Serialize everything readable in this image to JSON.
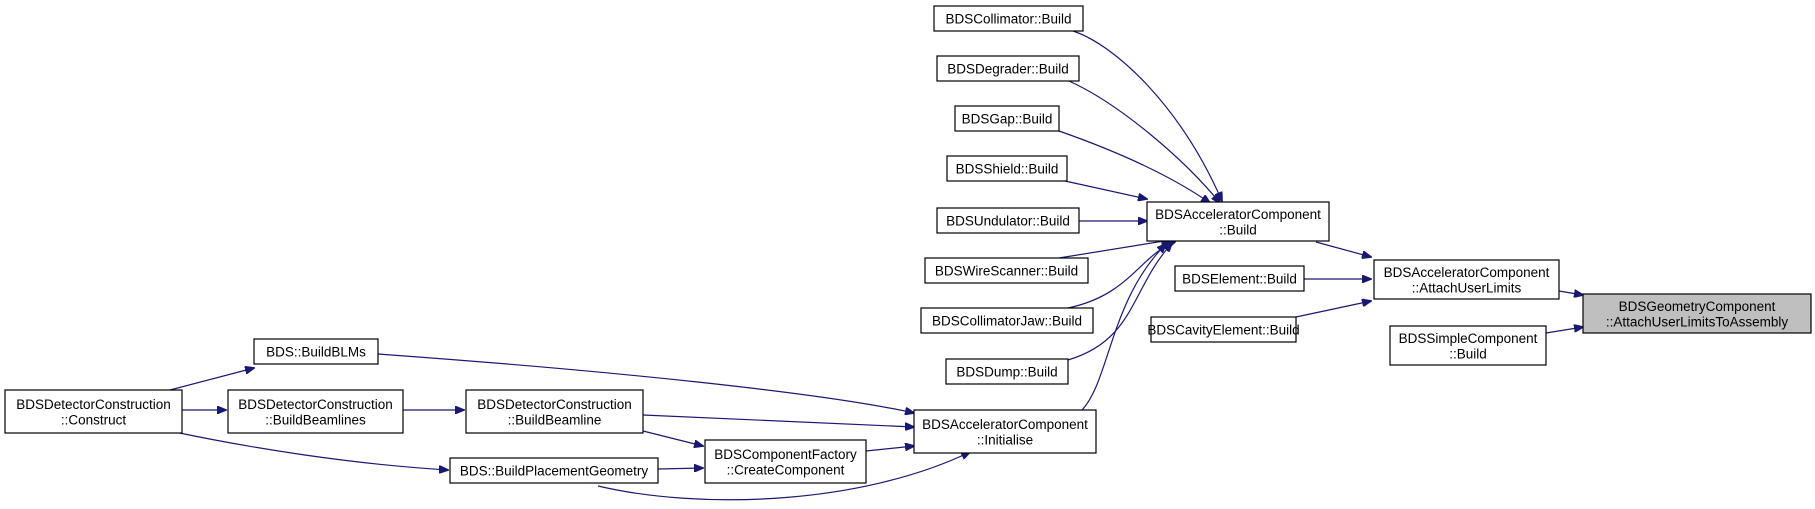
{
  "colors": {
    "edge": "#191970",
    "node_border": "#000000",
    "node_fill": "#ffffff",
    "highlight_fill": "#bfbfbf"
  },
  "nodes": {
    "geom_attach": {
      "lines": [
        "BDSGeometryComponent",
        "::AttachUserLimitsToAssembly"
      ],
      "highlight": true
    },
    "simple_build": {
      "lines": [
        "BDSSimpleComponent",
        "::Build"
      ]
    },
    "acc_attach": {
      "lines": [
        "BDSAcceleratorComponent",
        "::AttachUserLimits"
      ]
    },
    "element_build": {
      "lines": [
        "BDSElement::Build"
      ]
    },
    "cavity_build": {
      "lines": [
        "BDSCavityElement::Build"
      ]
    },
    "acc_build": {
      "lines": [
        "BDSAcceleratorComponent",
        "::Build"
      ]
    },
    "collimator_build": {
      "lines": [
        "BDSCollimator::Build"
      ]
    },
    "degrader_build": {
      "lines": [
        "BDSDegrader::Build"
      ]
    },
    "gap_build": {
      "lines": [
        "BDSGap::Build"
      ]
    },
    "shield_build": {
      "lines": [
        "BDSShield::Build"
      ]
    },
    "undulator_build": {
      "lines": [
        "BDSUndulator::Build"
      ]
    },
    "wirescanner_build": {
      "lines": [
        "BDSWireScanner::Build"
      ]
    },
    "collimatorjaw_build": {
      "lines": [
        "BDSCollimatorJaw::Build"
      ]
    },
    "dump_build": {
      "lines": [
        "BDSDump::Build"
      ]
    },
    "acc_initialise": {
      "lines": [
        "BDSAcceleratorComponent",
        "::Initialise"
      ]
    },
    "factory_create": {
      "lines": [
        "BDSComponentFactory",
        "::CreateComponent"
      ]
    },
    "bds_buildblms": {
      "lines": [
        "BDS::BuildBLMs"
      ]
    },
    "det_buildbeamline": {
      "lines": [
        "BDSDetectorConstruction",
        "::BuildBeamline"
      ]
    },
    "det_buildbeamlines": {
      "lines": [
        "BDSDetectorConstruction",
        "::BuildBeamlines"
      ]
    },
    "det_construct": {
      "lines": [
        "BDSDetectorConstruction",
        "::Construct"
      ]
    },
    "bds_placement": {
      "lines": [
        "BDS::BuildPlacementGeometry"
      ]
    }
  }
}
